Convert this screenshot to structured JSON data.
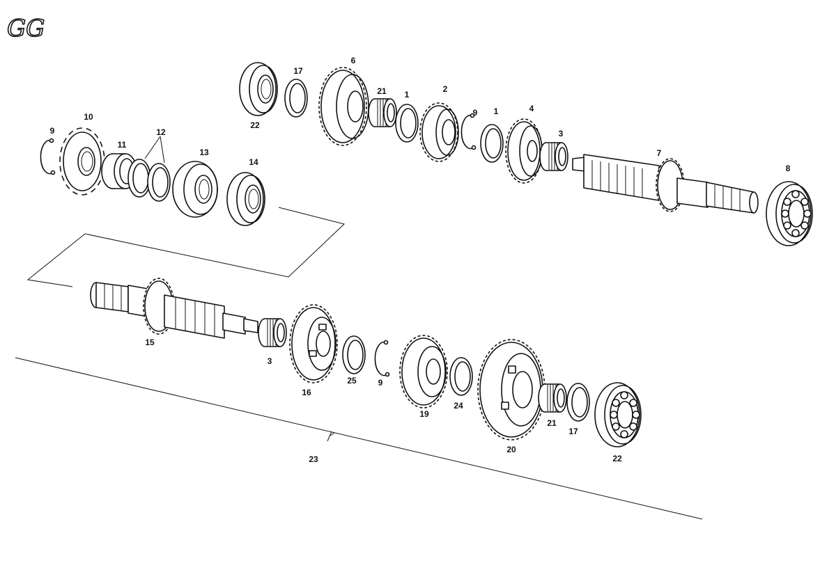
{
  "logo": {
    "text": "GG"
  },
  "labels": {
    "p1a": "1",
    "p1b": "1",
    "p2": "2",
    "p3a": "3",
    "p3b": "3",
    "p4": "4",
    "p6": "6",
    "p7": "7",
    "p8": "8",
    "p9a": "9",
    "p9b": "9",
    "p9c": "9",
    "p10": "10",
    "p11": "11",
    "p12": "12",
    "p13": "13",
    "p14": "14",
    "p15": "15",
    "p16": "16",
    "p17a": "17",
    "p17b": "17",
    "p19": "19",
    "p20": "20",
    "p21a": "21",
    "p21b": "21",
    "p22a": "22",
    "p22b": "22",
    "p23": "23",
    "p24": "24",
    "p25": "25"
  }
}
